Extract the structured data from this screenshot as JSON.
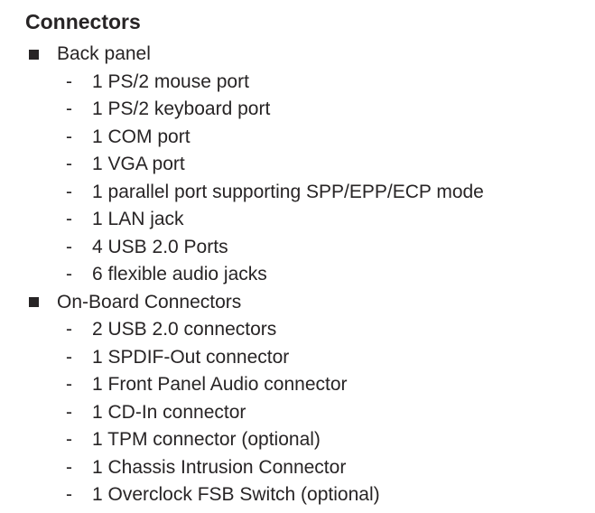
{
  "page": {
    "title": "Connectors",
    "dash": "-",
    "sections": [
      {
        "label": "Back panel",
        "items": [
          "1 PS/2 mouse port",
          "1 PS/2 keyboard port",
          "1 COM port",
          "1 VGA port",
          "1 parallel port supporting SPP/EPP/ECP mode",
          "1 LAN jack",
          "4 USB 2.0 Ports",
          "6 flexible audio jacks"
        ]
      },
      {
        "label": "On-Board Connectors",
        "items": [
          "2 USB 2.0 connectors",
          "1 SPDIF-Out connector",
          "1 Front Panel Audio connector",
          "1 CD-In connector",
          "1 TPM connector (optional)",
          "1 Chassis Intrusion Connector",
          "1 Overclock FSB Switch (optional)"
        ]
      }
    ],
    "colors": {
      "text": "#272425",
      "background": "#ffffff"
    }
  }
}
